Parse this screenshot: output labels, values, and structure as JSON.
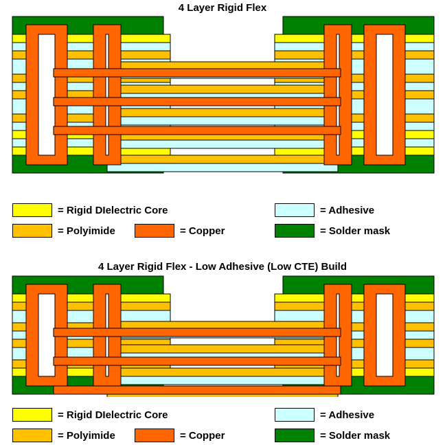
{
  "colors": {
    "rigid_core": "#FFFF00",
    "adhesive": "#CCFFFF",
    "polyimide": "#FFC000",
    "copper": "#FF6600",
    "solder_mask": "#008000"
  },
  "diagrams": [
    {
      "title": "4 Layer Rigid Flex",
      "variant": "standard",
      "legend": {
        "rigid_core": "= Rigid DIelectric Core",
        "adhesive": "= Adhesive",
        "polyimide": "= Polyimide",
        "copper": "= Copper",
        "solder_mask": "= Solder mask"
      }
    },
    {
      "title": "4 Layer Rigid Flex - Low Adhesive (Low CTE) Build",
      "variant": "low-adhesive",
      "legend": {
        "rigid_core": "= Rigid DIelectric Core",
        "adhesive": "= Adhesive",
        "polyimide": "= Polyimide",
        "copper": "= Copper",
        "solder_mask": "= Solder mask"
      }
    }
  ]
}
